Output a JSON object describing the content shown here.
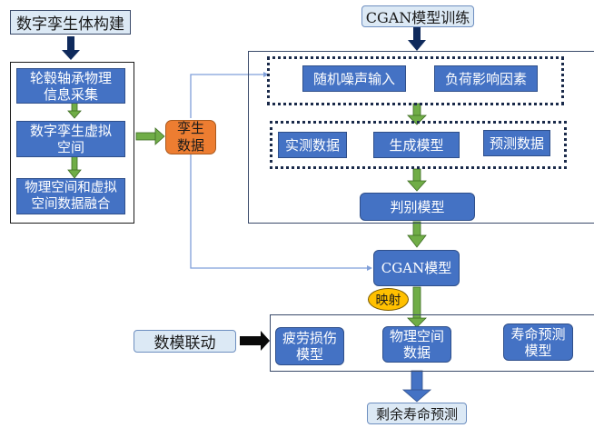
{
  "diagram": {
    "left_section": {
      "header": "数字孪生体构建",
      "steps": [
        "轮毂轴承物理\n信息采集",
        "数字孪生虚拟\n空间",
        "物理空间和虚拟\n空间数据融合"
      ]
    },
    "twin_data": "孪生\n数据",
    "right_section": {
      "header": "CGAN模型训练",
      "input_group": [
        "随机噪声输入",
        "负荷影响因素"
      ],
      "data_group": [
        "实测数据",
        "生成模型",
        "预测数据"
      ],
      "discriminator": "判别模型"
    },
    "cgan_model": "CGAN模型",
    "mapping_label": "映射",
    "linkage_label": "数模联动",
    "bottom_group": [
      "疲劳损伤\n模型",
      "物理空间\n数据",
      "寿命预测\n模型"
    ],
    "result": "剩余寿命预测",
    "colors": {
      "blue_box": "#4472c4",
      "light_box": "#dce9f5",
      "orange": "#ed7d31",
      "yellow": "#ffc000",
      "green_arrow": "#70ad47",
      "dark_arrow": "#0f2a5c",
      "connector": "#7f9fd9"
    }
  }
}
